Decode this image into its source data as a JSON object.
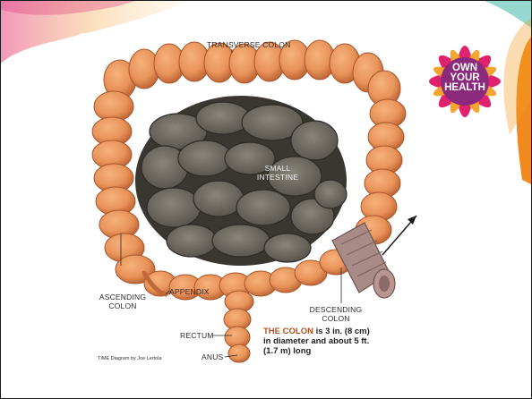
{
  "labels": {
    "transverse_colon": "TRANSVERSE COLON",
    "small_intestine_1": "SMALL",
    "small_intestine_2": "INTESTINE",
    "ascending_colon_1": "ASCENDING",
    "ascending_colon_2": "COLON",
    "appendix": "APPENDIX",
    "descending_colon_1": "DESCENDING",
    "descending_colon_2": "COLON",
    "rectum": "RECTUM",
    "anus": "ANUS"
  },
  "fact": {
    "highlight": "THE COLON",
    "rest_1": " is 3 in. (8 cm)",
    "rest_2": "in diameter and about 5 ft.",
    "rest_3": "(1.7 m) long"
  },
  "credit": "TIME Diagram by Joe Lertola",
  "badge": {
    "line1": "OWN",
    "line2": "YOUR",
    "line3": "HEALTH"
  },
  "colors": {
    "colon": "#e8935a",
    "colon_dark": "#c0683a",
    "intestine": "#6b665c",
    "badge_petal_1": "#e0226e",
    "badge_petal_2": "#f39c1d",
    "badge_petal_3": "#8b2a7c",
    "accent_stripe": "#e85a1d"
  }
}
